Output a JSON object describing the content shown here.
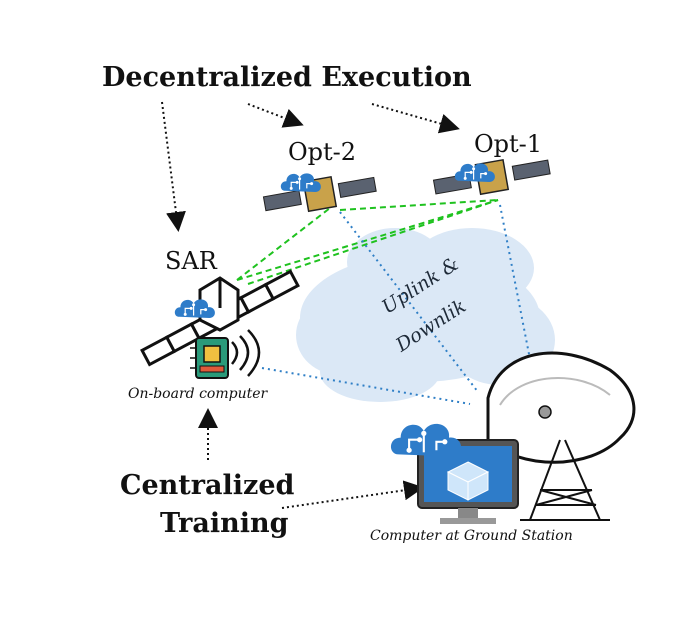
{
  "labels": {
    "decentralized": "Decentralized Execution",
    "centralized_line1": "Centralized",
    "centralized_line2": "Training",
    "opt1": "Opt-1",
    "opt2": "Opt-2",
    "sar": "SAR",
    "onboard": "On-board computer",
    "ground": "Computer at Ground Station",
    "cloud_line1": "Uplink &",
    "cloud_line2": "Downlik"
  },
  "colors": {
    "isl_link": "#1fc21f",
    "ground_link": "#2f7fc6",
    "cloud": "#dbe8f6",
    "brain_icon": "#2e7cc9",
    "solar_panel": "#5a6270",
    "satellite_body": "#c9a24a"
  },
  "icons": {
    "brain": "brain-circuit-icon",
    "chip": "onboard-chip-icon",
    "monitor": "monitor-icon",
    "dish": "ground-dish-icon"
  }
}
